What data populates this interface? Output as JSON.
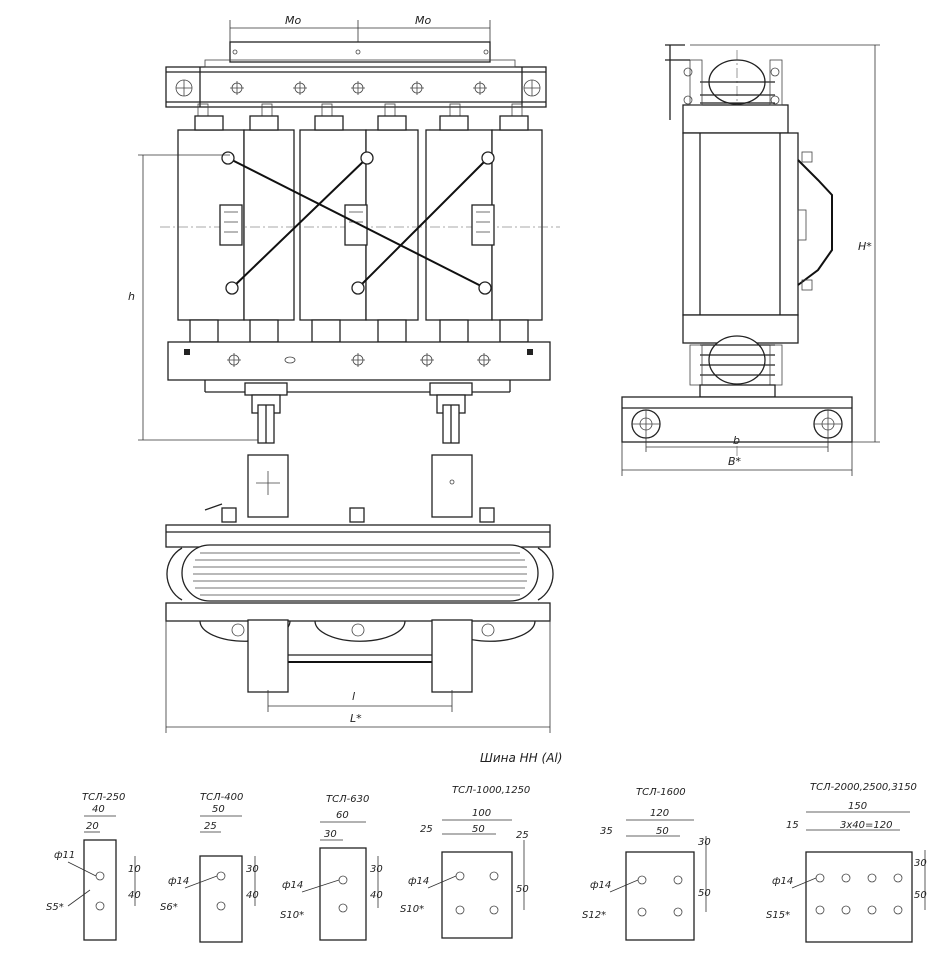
{
  "front_view": {
    "dim_top_left": "Мо",
    "dim_top_right": "Мо",
    "dim_height": "h"
  },
  "side_view": {
    "dim_height": "H*",
    "dim_width_inner": "b",
    "dim_width_outer": "B*"
  },
  "plan_view": {
    "dim_inner": "l",
    "dim_outer": "L*"
  },
  "busbar_section": {
    "title": "Шина НН (Al)",
    "variants": [
      {
        "model": "ТСЛ-250",
        "dims": [
          "40",
          "20",
          "10",
          "40"
        ],
        "hole": "ф11",
        "thickness": "S5*"
      },
      {
        "model": "ТСЛ-400",
        "dims": [
          "50",
          "25",
          "30",
          "40"
        ],
        "hole": "ф14",
        "thickness": "S6*"
      },
      {
        "model": "ТСЛ-630",
        "dims": [
          "60",
          "30",
          "30",
          "40"
        ],
        "hole": "ф14",
        "thickness": "S10*"
      },
      {
        "model": "ТСЛ-1000,1250",
        "dims": [
          "100",
          "25",
          "50",
          "25",
          "50"
        ],
        "hole": "ф14",
        "thickness": "S10*"
      },
      {
        "model": "ТСЛ-1600",
        "dims": [
          "120",
          "35",
          "50",
          "30",
          "50"
        ],
        "hole": "ф14",
        "thickness": "S12*"
      },
      {
        "model": "ТСЛ-2000,2500,3150",
        "dims": [
          "150",
          "15",
          "3х40=120",
          "30",
          "50"
        ],
        "hole": "ф14",
        "thickness": "S15*"
      }
    ]
  }
}
